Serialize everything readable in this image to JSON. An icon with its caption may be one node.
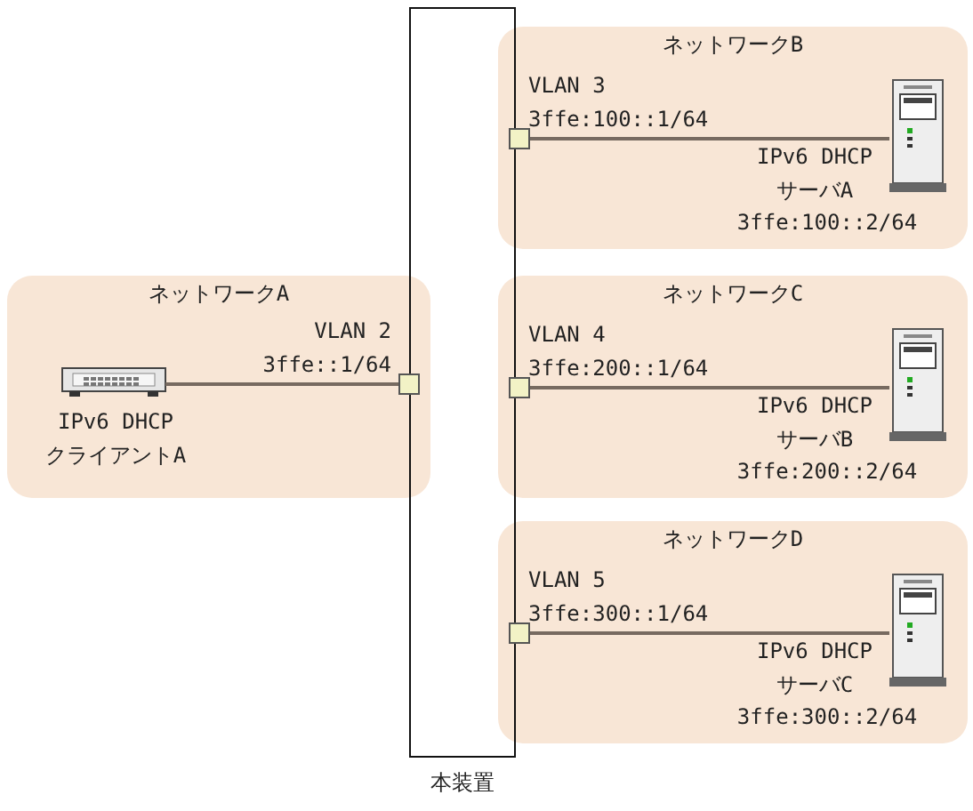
{
  "diagram": {
    "nodes": [
      {
        "text": [
          "本装置"
        ]
      },
      {
        "text": [
          "ネットワークA"
        ]
      },
      {
        "text": [],
        "shape": "picture",
        "in": 1,
        "beside": [
          "IPv6 DHCP クライアントA"
        ]
      },
      {
        "text": [],
        "shape": "box",
        "in": 1,
        "beside": [
          "VLAN 2",
          "3ffe::1/64"
        ]
      },
      {
        "text": [
          "ネットワークB"
        ]
      },
      {
        "text": [],
        "shape": "box",
        "in": 4,
        "beside": [
          "VLAN 3",
          "3ffe:100::1/64"
        ]
      },
      {
        "text": [],
        "shape": "picture",
        "in": 4,
        "beside": [
          "IPv6 DHCP サーバA",
          "3ffe:100::2/64"
        ]
      },
      {
        "text": [
          "ネットワークC"
        ]
      },
      {
        "text": [],
        "shape": "box",
        "in": 7,
        "beside": [
          "VLAN 4",
          "3ffe:200::1/64"
        ]
      },
      {
        "text": [],
        "shape": "picture",
        "in": 7,
        "beside": [
          "IPv6 DHCP サーバB",
          "3ffe:200::2/64"
        ]
      },
      {
        "text": [
          "ネットワークD"
        ]
      },
      {
        "text": [],
        "shape": "box",
        "in": 10,
        "beside": [
          "VLAN 5",
          "3ffe:300::1/64"
        ]
      },
      {
        "text": [],
        "shape": "picture",
        "in": 10,
        "beside": [
          "IPv6 DHCP サーバC",
          "3ffe:300::2/64"
        ]
      }
    ],
    "edges": [
      {
        "from": 2,
        "to": 3,
        "arrow": "none"
      },
      {
        "from": 5,
        "to": 6,
        "arrow": "none"
      },
      {
        "from": 8,
        "to": 9,
        "arrow": "none"
      },
      {
        "from": 11,
        "to": 12,
        "arrow": "none"
      }
    ]
  }
}
